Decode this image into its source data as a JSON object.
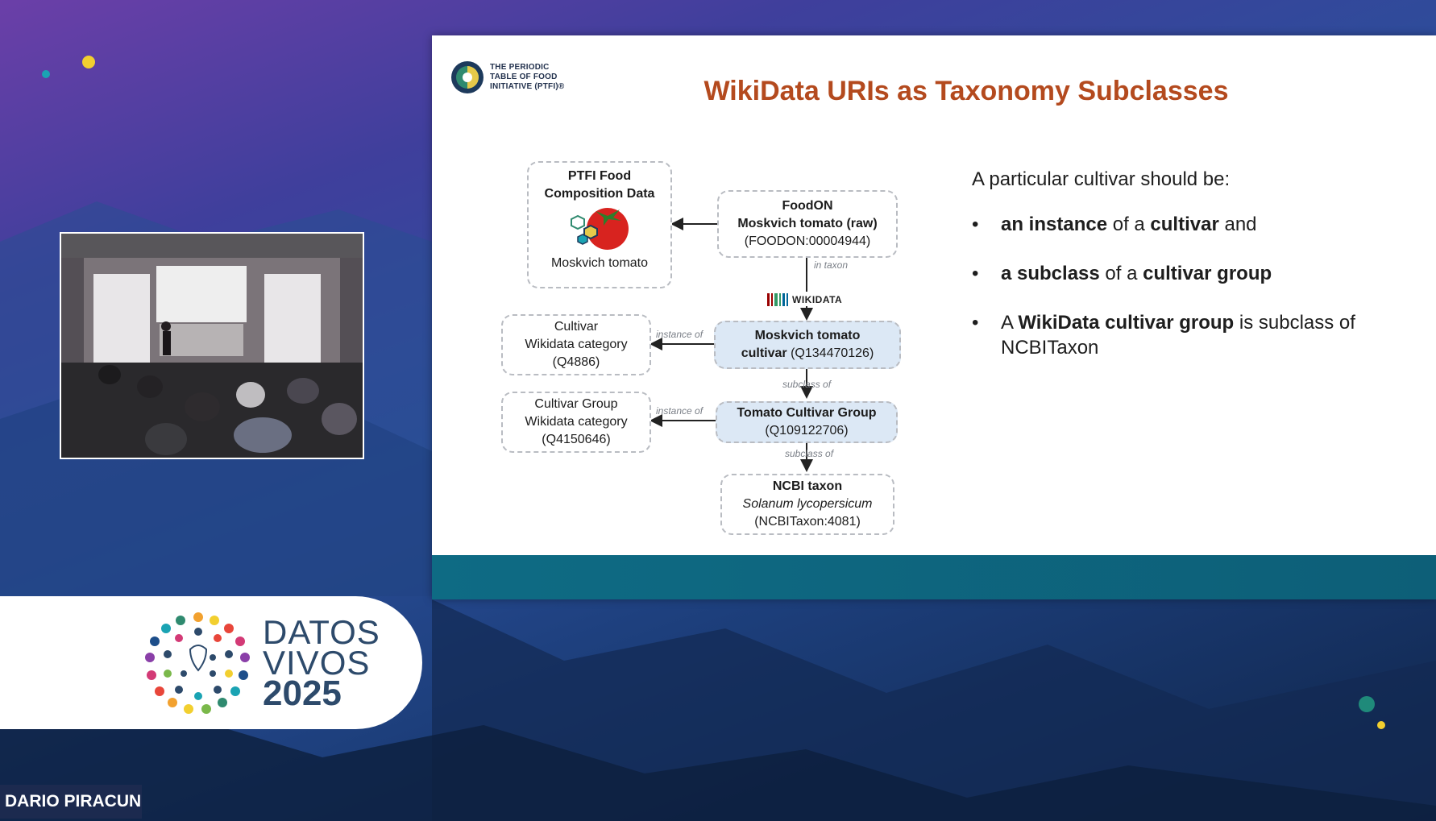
{
  "slide": {
    "logo_lines": [
      "THE PERIODIC",
      "TABLE OF FOOD",
      "INITIATIVE (PTFI)®"
    ],
    "title": "WikiData URIs as Taxonomy Subclasses",
    "diagram": {
      "ptfi_title_1": "PTFI Food",
      "ptfi_title_2": "Composition Data",
      "ptfi_caption": "Moskvich tomato",
      "foodon_1": "FoodON",
      "foodon_2": "Moskvich tomato (raw)",
      "foodon_3": "(FOODON:00004944)",
      "edge_in_taxon": "in taxon",
      "wikidata_label": "WIKIDATA",
      "cultivar_node_1": "Moskvich tomato",
      "cultivar_node_2": "cultivar",
      "cultivar_node_3": "(Q134470126)",
      "cultivar_cat_1": "Cultivar",
      "cultivar_cat_2": "Wikidata category",
      "cultivar_cat_3": "(Q4886)",
      "edge_instance_1": "instance of",
      "edge_subclass_1": "subclass of",
      "group_node_1": "Tomato Cultivar Group",
      "group_node_2": "(Q109122706)",
      "group_cat_1": "Cultivar Group",
      "group_cat_2": "Wikidata category",
      "group_cat_3": "(Q4150646)",
      "edge_instance_2": "instance of",
      "edge_subclass_2": "subclass of",
      "ncbi_1": "NCBI taxon",
      "ncbi_2": "Solanum lycopersicum",
      "ncbi_3": "(NCBITaxon:4081)"
    },
    "bullets": {
      "lead": "A particular cultivar should be:",
      "b1_part1": "an instance",
      "b1_part2": " of a ",
      "b1_part3": "cultivar",
      "b1_part4": " and",
      "b2_part1": "a subclass",
      "b2_part2": " of a ",
      "b2_part3": "cultivar group",
      "b3_part1": "A ",
      "b3_part2": "WikiData cultivar group",
      "b3_part3": " is subclass of NCBITaxon"
    }
  },
  "brand": {
    "word1": "DATOS",
    "word2": "VIVOS",
    "year": "2025"
  },
  "speaker": {
    "name": "DARIO PIRACUN"
  },
  "colors": {
    "title": "#b44a1e",
    "footer_bar": "#0e6b84",
    "brand_text": "#2d4a6b",
    "name_tag": "#1c2a4f"
  }
}
